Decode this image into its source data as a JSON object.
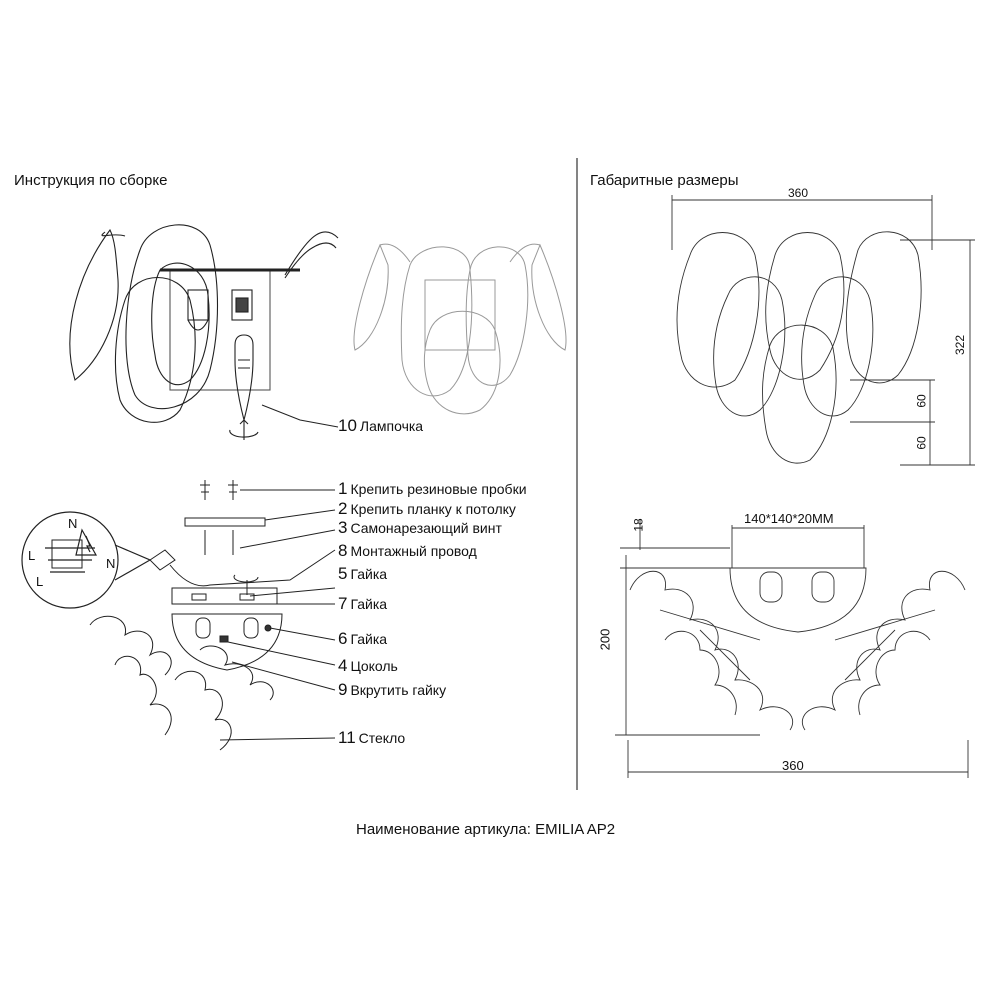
{
  "left_title": "Инструкция по сборке",
  "right_title": "Габаритные размеры",
  "callouts": [
    {
      "num": "10",
      "label": "Лампочка"
    },
    {
      "num": "1",
      "label": "Крепить резиновые пробки"
    },
    {
      "num": "2",
      "label": "Крепить планку к потолку"
    },
    {
      "num": "3",
      "label": "Самонарезающий винт"
    },
    {
      "num": "8",
      "label": "Монтажный провод"
    },
    {
      "num": "5",
      "label": "Гайка"
    },
    {
      "num": "7",
      "label": "Гайка"
    },
    {
      "num": "6",
      "label": "Гайка"
    },
    {
      "num": "4",
      "label": "Цоколь"
    },
    {
      "num": "9",
      "label": "Вкрутить гайку"
    },
    {
      "num": "11",
      "label": "Стекло"
    }
  ],
  "wiring_labels": {
    "n_top": "N",
    "l_left": "L",
    "l_left2": "L",
    "n_right": "N"
  },
  "dimensions": {
    "front_width": "360",
    "front_height": "322",
    "front_step_1": "60",
    "front_step_2": "60",
    "plate_size": "140*140*20MM",
    "plate_depth": "18",
    "top_depth": "200",
    "top_width": "360"
  },
  "footer": "Наименование артикула: EMILIA AP2"
}
